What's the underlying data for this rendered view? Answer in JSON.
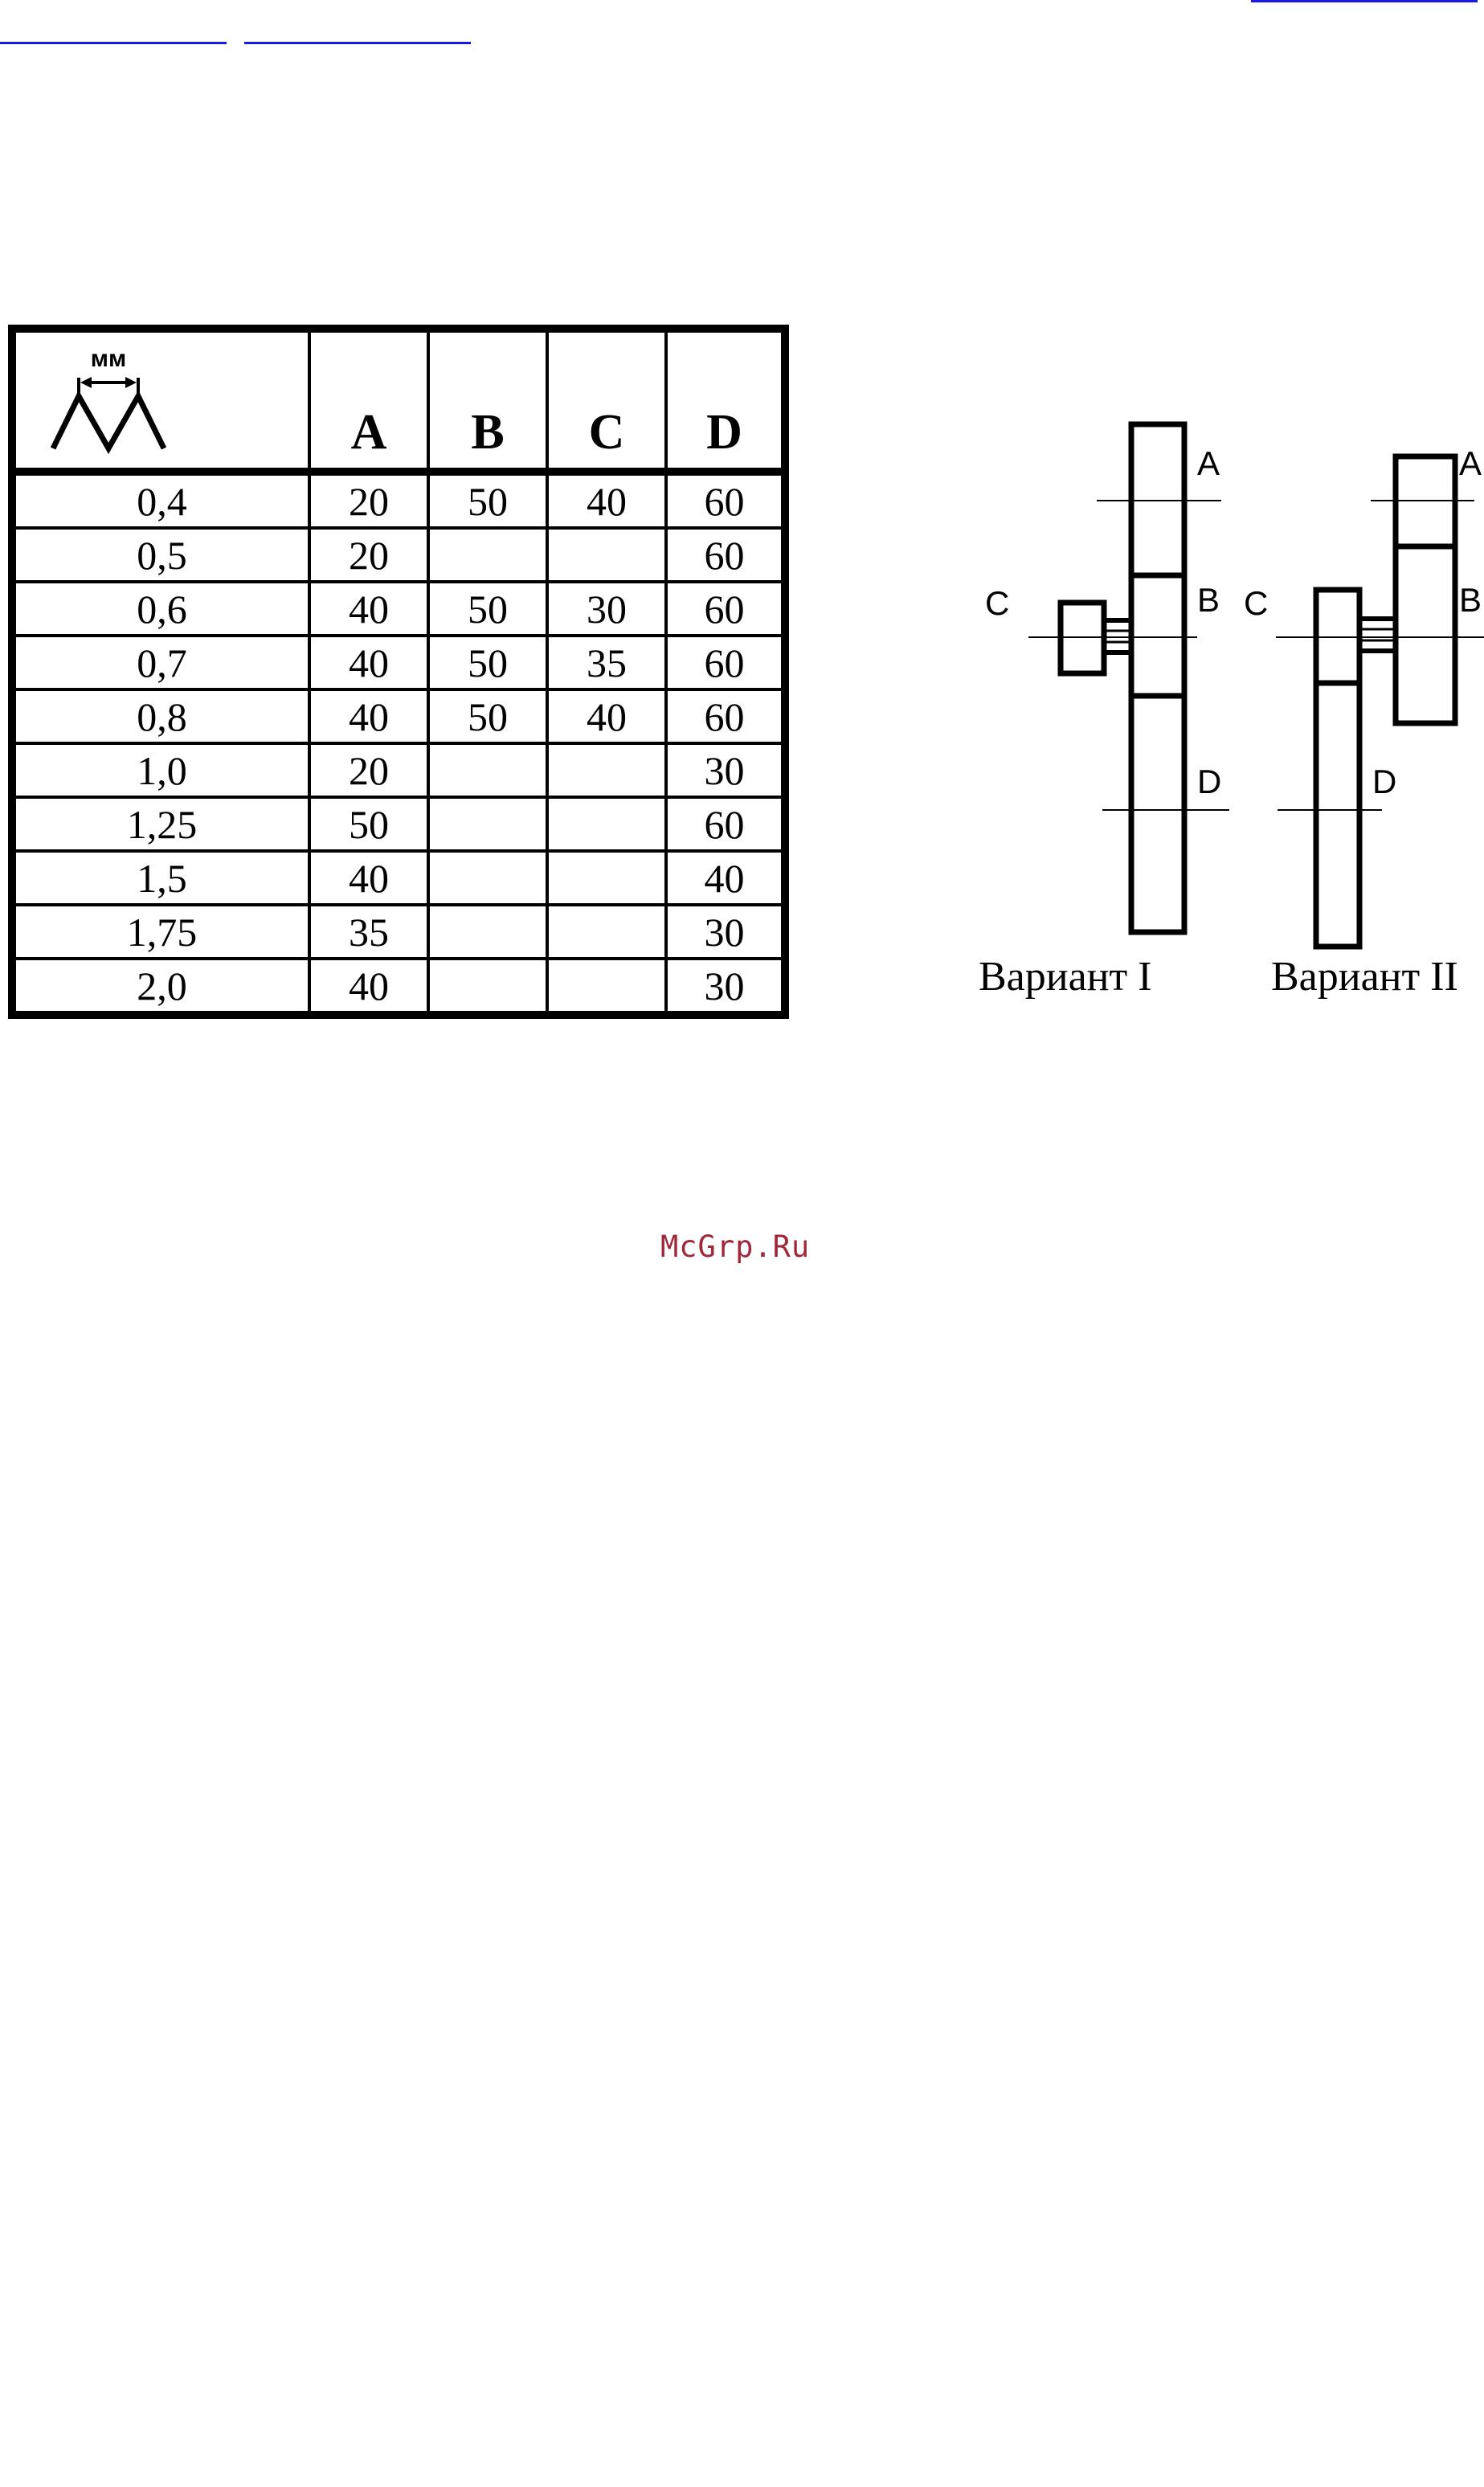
{
  "table": {
    "header": {
      "pitch_unit": "мм",
      "columns": [
        "A",
        "B",
        "C",
        "D"
      ]
    },
    "rows": [
      {
        "pitch": "0,4",
        "A": "20",
        "B": "50",
        "C": "40",
        "D": "60"
      },
      {
        "pitch": "0,5",
        "A": "20",
        "B": "",
        "C": "",
        "D": "60"
      },
      {
        "pitch": "0,6",
        "A": "40",
        "B": "50",
        "C": "30",
        "D": "60"
      },
      {
        "pitch": "0,7",
        "A": "40",
        "B": "50",
        "C": "35",
        "D": "60"
      },
      {
        "pitch": "0,8",
        "A": "40",
        "B": "50",
        "C": "40",
        "D": "60"
      },
      {
        "pitch": "1,0",
        "A": "20",
        "B": "",
        "C": "",
        "D": "30"
      },
      {
        "pitch": "1,25",
        "A": "50",
        "B": "",
        "C": "",
        "D": "60"
      },
      {
        "pitch": "1,5",
        "A": "40",
        "B": "",
        "C": "",
        "D": "40"
      },
      {
        "pitch": "1,75",
        "A": "35",
        "B": "",
        "C": "",
        "D": "30"
      },
      {
        "pitch": "2,0",
        "A": "40",
        "B": "",
        "C": "",
        "D": "30"
      }
    ]
  },
  "diagram": {
    "variant1": {
      "title": "Вариант I",
      "labels": {
        "a": "A",
        "b": "B",
        "c": "C",
        "d": "D"
      }
    },
    "variant2": {
      "title": "Вариант II",
      "labels": {
        "a": "A",
        "b": "B",
        "c": "C",
        "d": "D"
      }
    }
  },
  "watermark": "McGrp.Ru",
  "colors": {
    "link_underline": "#1a1ae6",
    "watermark": "#a0283a"
  }
}
